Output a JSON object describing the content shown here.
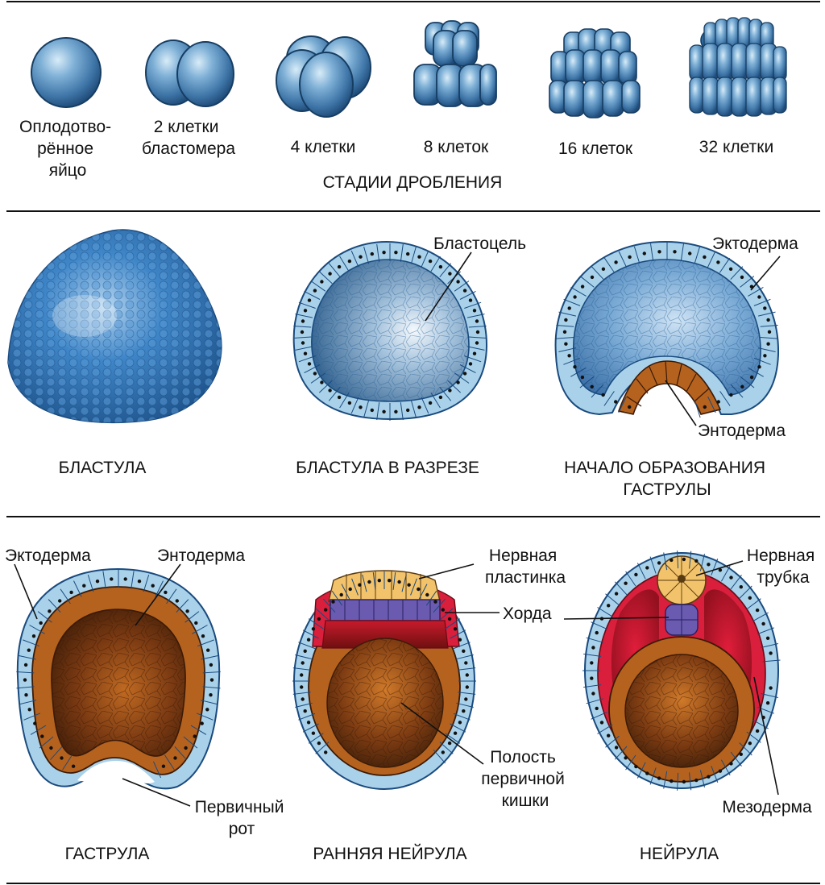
{
  "cleavage": {
    "stage_labels": [
      [
        "Оплодотво-",
        "рённое",
        "яйцо"
      ],
      [
        "2 клетки",
        "бластомера"
      ],
      [
        "4 клетки"
      ],
      [
        "8 клеток"
      ],
      [
        "16 клеток"
      ],
      [
        "32 клетки"
      ]
    ],
    "section_title": "СТАДИИ  ДРОБЛЕНИЯ"
  },
  "row2": {
    "blastula": "БЛАСТУЛА",
    "blastula_section": "БЛАСТУЛА В РАЗРЕЗЕ",
    "gastrulation_line1": "НАЧАЛО ОБРАЗОВАНИЯ",
    "gastrulation_line2": "ГАСТРУЛЫ",
    "blastocoel": "Бластоцель",
    "ectoderm": "Эктодерма",
    "endoderm": "Энтодерма"
  },
  "row3": {
    "gastrula": "ГАСТРУЛА",
    "early_neurula": "РАННЯЯ НЕЙРУЛА",
    "neurula": "НЕЙРУЛА",
    "ectoderm": "Эктодерма",
    "endoderm": "Энтодерма",
    "primary_mouth_1": "Первичный",
    "primary_mouth_2": "рот",
    "neural_plate_1": "Нервная",
    "neural_plate_2": "пластинка",
    "chord": "Хорда",
    "gut_1": "Полость",
    "gut_2": "первичной",
    "gut_3": "кишки",
    "neural_tube_1": "Нервная",
    "neural_tube_2": "трубка",
    "mesoderm": "Мезодерма"
  },
  "colors": {
    "cell_blue": "#3f7fb5",
    "cell_light": "#a9d2ea",
    "endoderm_brown": "#b5621f",
    "cavity_brown": "#7a3a10",
    "mesoderm_red": "#d91f3c",
    "chord_purple": "#6a5bb0",
    "neural_yellow": "#f2c36b"
  }
}
